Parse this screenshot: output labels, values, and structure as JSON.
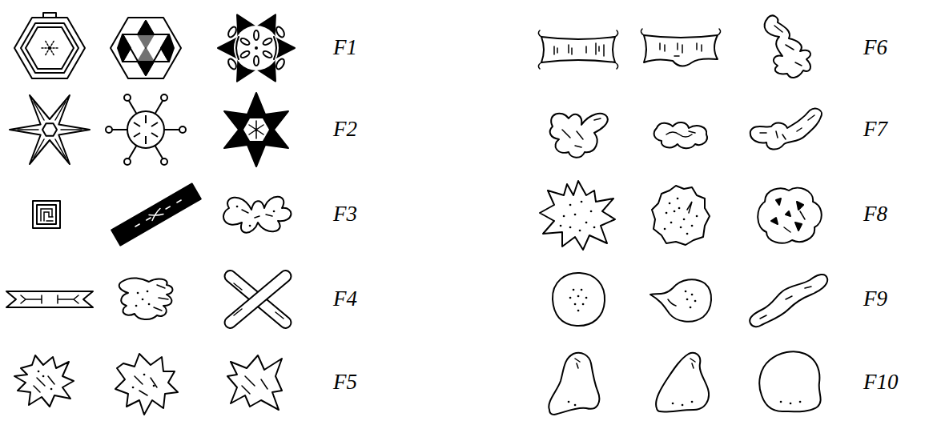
{
  "diagram": {
    "labels": [
      "F1",
      "F2",
      "F3",
      "F4",
      "F5",
      "F6",
      "F7",
      "F8",
      "F9",
      "F10"
    ]
  }
}
